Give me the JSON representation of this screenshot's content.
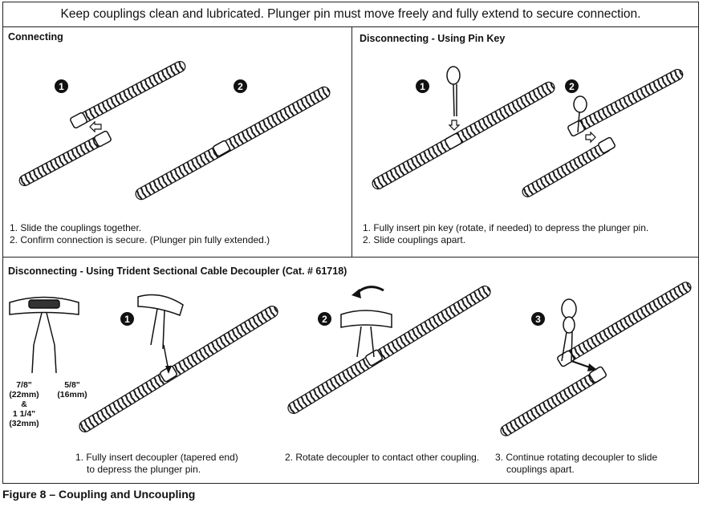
{
  "header": {
    "text": "Keep couplings clean and lubricated. Plunger pin must move freely and fully extend to secure connection."
  },
  "connecting": {
    "title": "Connecting",
    "badges": [
      "1",
      "2"
    ],
    "steps": [
      "1. Slide the couplings together.",
      "2. Confirm connection is secure. (Plunger pin fully extended.)"
    ]
  },
  "pin_key": {
    "title": "Disconnecting - Using Pin Key",
    "badges": [
      "1",
      "2"
    ],
    "steps": [
      "1. Fully insert pin key (rotate, if needed) to depress the plunger pin.",
      "2. Slide couplings apart."
    ]
  },
  "decoupler": {
    "title": "Disconnecting - Using Trident Sectional Cable Decoupler (Cat. # 61718)",
    "badges": [
      "1",
      "2",
      "3"
    ],
    "sizes": {
      "left_top": "7/8\"",
      "left_mm": "(22mm)",
      "amp": "&",
      "left_bottom": "1 1/4\"",
      "left_bottom_mm": "(32mm)",
      "right_top": "5/8\"",
      "right_mm": "(16mm)"
    },
    "step1": [
      "1. Fully insert decoupler (tapered end)",
      "to depress the plunger pin."
    ],
    "step2": "2. Rotate decoupler to contact other coupling.",
    "step3": [
      "3. Continue rotating decoupler to slide",
      "couplings apart."
    ]
  },
  "caption": "Figure 8 – Coupling and Uncoupling",
  "icons": [
    "cable-icon",
    "pin-key-icon",
    "decoupler-tool-icon",
    "arrow-icon"
  ]
}
